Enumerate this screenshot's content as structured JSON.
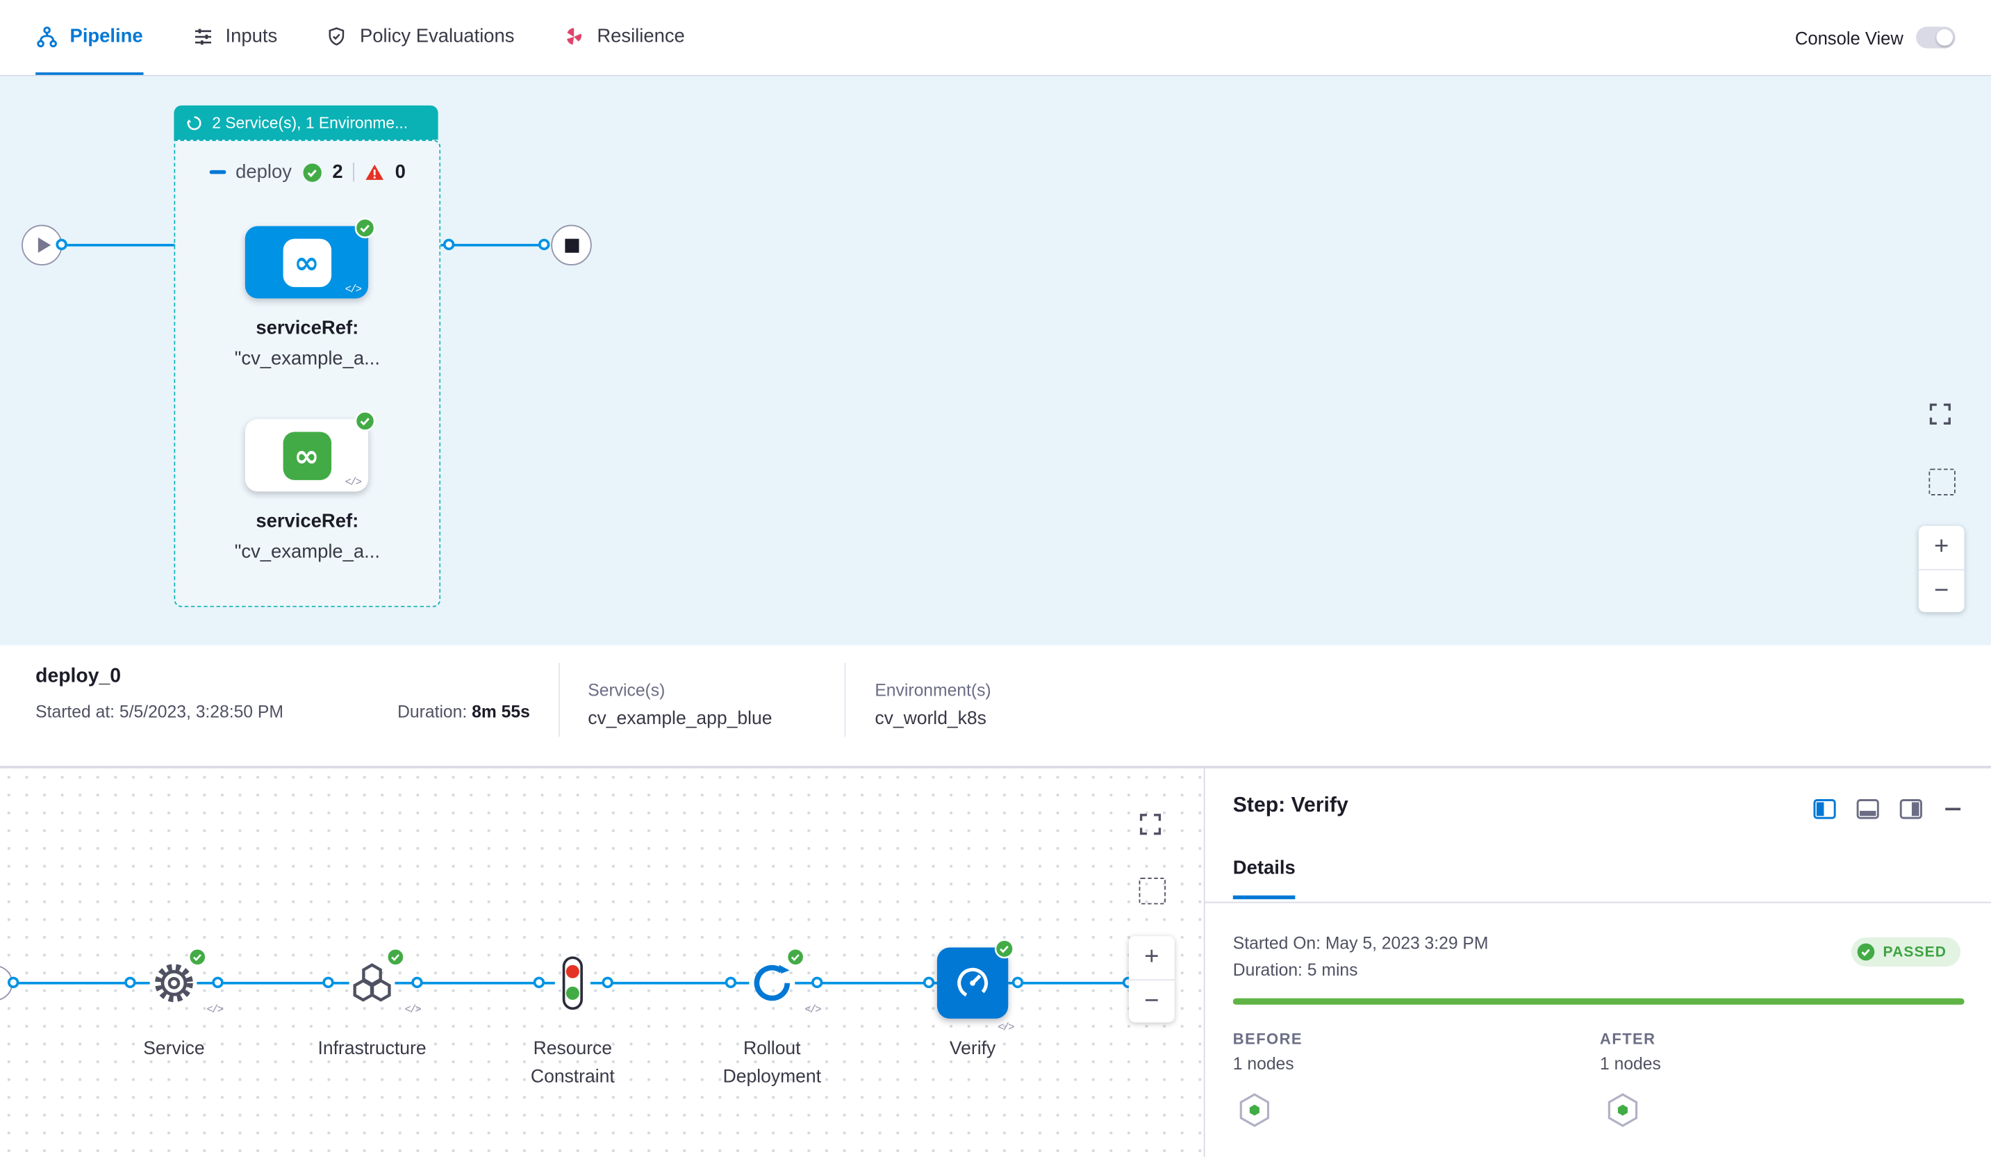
{
  "colors": {
    "accent_blue": "#0278d5",
    "canvas_bg": "#e8f4fa",
    "stage_teal": "#0ab1b5",
    "success_green": "#42ab45",
    "error_red": "#e43326",
    "connector_blue": "#0092e4",
    "progress_green": "#5fb445"
  },
  "tabbar": {
    "tabs": [
      {
        "label": "Pipeline"
      },
      {
        "label": "Inputs"
      },
      {
        "label": "Policy Evaluations"
      },
      {
        "label": "Resilience"
      }
    ],
    "console_view_label": "Console View"
  },
  "stage_canvas": {
    "group_header": "2 Service(s), 1 Environme...",
    "stage_name": "deploy",
    "success_count": "2",
    "failed_count": "0",
    "code_glyph": "</>",
    "services": [
      {
        "ref_label": "serviceRef:",
        "ref_value": "\"cv_example_a..."
      },
      {
        "ref_label": "serviceRef:",
        "ref_value": "\"cv_example_a..."
      }
    ]
  },
  "summary": {
    "name": "deploy_0",
    "started_label": "Started at:",
    "started_value": "5/5/2023, 3:28:50 PM",
    "duration_label": "Duration:",
    "duration_value": "8m 55s",
    "services_label": "Service(s)",
    "services_value": "cv_example_app_blue",
    "environments_label": "Environment(s)",
    "environments_value": "cv_world_k8s"
  },
  "execution_graph": {
    "code_glyph": "</>",
    "nodes": [
      {
        "label": "Service"
      },
      {
        "label": "Infrastructure"
      },
      {
        "label": "Resource Constraint"
      },
      {
        "label": "Rollout Deployment"
      },
      {
        "label": "Verify"
      }
    ]
  },
  "step_panel": {
    "title": "Step: Verify",
    "details_tab": "Details",
    "started_label": "Started On:",
    "started_value": "May 5, 2023 3:29 PM",
    "duration_label": "Duration:",
    "duration_value": "5 mins",
    "status": "PASSED",
    "before_label": "BEFORE",
    "before_nodes": "1 nodes",
    "after_label": "AFTER",
    "after_nodes": "1 nodes"
  },
  "zoom_controls": {
    "zoom_in": "+",
    "zoom_out": "−"
  }
}
